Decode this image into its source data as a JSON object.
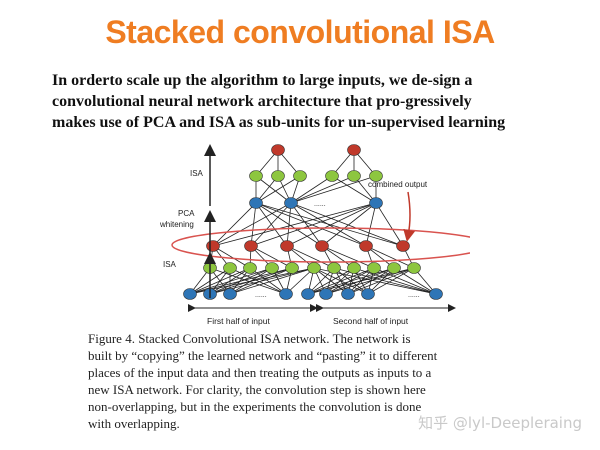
{
  "slide": {
    "title": "Stacked convolutional ISA",
    "intro_lines": [
      "In orderto scale up the algorithm to large inputs, we de-sign a",
      "convolutional neural network architecture that pro-gressively",
      "makes use of PCA and ISA as sub-units for un-supervised learning"
    ]
  },
  "figure": {
    "labels": {
      "isa_top": "ISA",
      "pca": "PCA",
      "whitening": "whitening",
      "isa_bottom": "ISA",
      "combined_output": "combined output",
      "first_half": "First half of input",
      "second_half": "Second half of input",
      "ellipsis": "......"
    },
    "colors": {
      "red_node": "#c0392b",
      "green_node": "#8dc63f",
      "blue_node": "#2e75b6",
      "ellipse": "#d9534f"
    }
  },
  "caption": {
    "lines": [
      "Figure 4. Stacked Convolutional ISA network.  The network is",
      "built by “copying” the learned network and “pasting” it to different",
      "places of the input data and then treating the outputs as inputs to a",
      "new ISA network. For clarity, the convolution step is shown here",
      "non-overlapping, but in the experiments the convolution is done",
      "with overlapping."
    ]
  },
  "watermark": {
    "text": "知乎 @lyl-Deepleraing"
  }
}
